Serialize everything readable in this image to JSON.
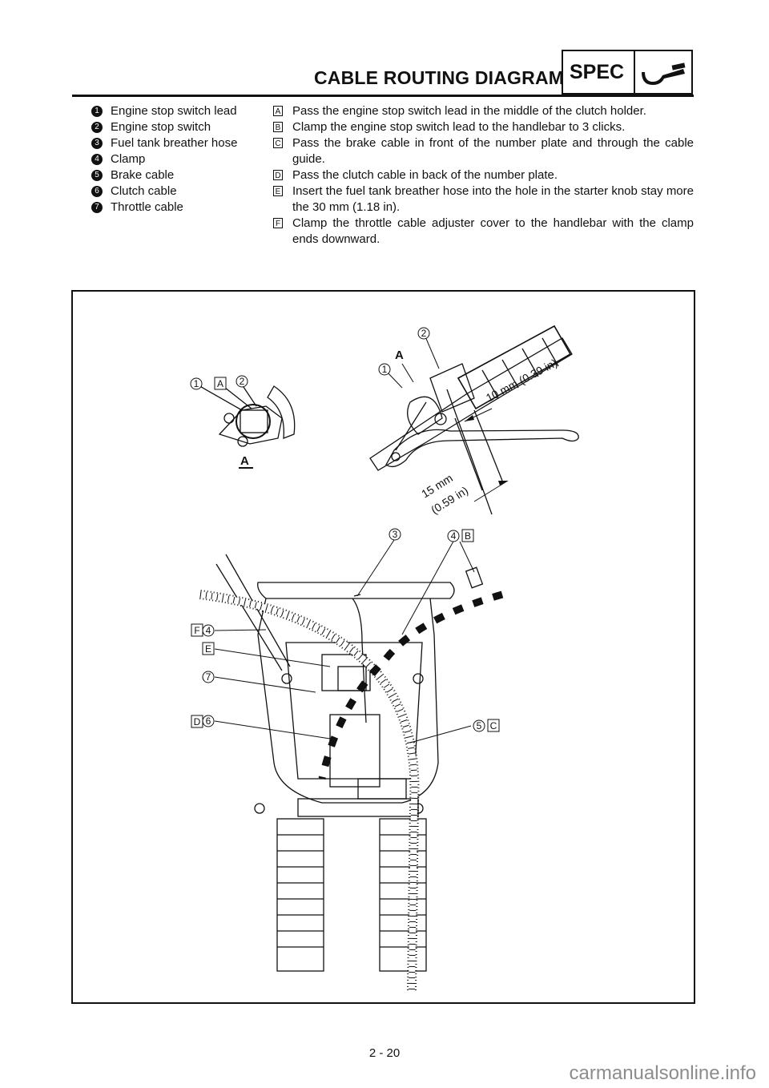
{
  "header": {
    "title": "CABLE ROUTING DIAGRAM",
    "badge": "SPEC"
  },
  "legend": [
    {
      "num": "1",
      "label": "Engine stop switch lead"
    },
    {
      "num": "2",
      "label": "Engine stop switch"
    },
    {
      "num": "3",
      "label": "Fuel tank breather hose"
    },
    {
      "num": "4",
      "label": "Clamp"
    },
    {
      "num": "5",
      "label": "Brake cable"
    },
    {
      "num": "6",
      "label": "Clutch cable"
    },
    {
      "num": "7",
      "label": "Throttle cable"
    }
  ],
  "instructions": [
    {
      "ref": "A",
      "text": "Pass the engine stop switch lead in the middle of the clutch holder."
    },
    {
      "ref": "B",
      "text": "Clamp the engine stop switch lead to the handlebar to 3 clicks."
    },
    {
      "ref": "C",
      "text": "Pass the brake cable in front of the number plate and through the cable guide."
    },
    {
      "ref": "D",
      "text": "Pass the clutch cable in back of the number plate."
    },
    {
      "ref": "E",
      "text": "Insert the fuel tank breather hose into the hole in the starter knob stay more the 30 mm (1.18 in)."
    },
    {
      "ref": "F",
      "text": "Clamp the throttle cable adjuster cover to the handlebar with the clamp ends downward."
    }
  ],
  "figure": {
    "callouts": {
      "detail_a": {
        "num1": "1",
        "refA": "A",
        "num2": "2",
        "label": "A"
      },
      "grip": {
        "num1": "1",
        "num2": "2",
        "label": "A"
      },
      "c3": "3",
      "c4": "4",
      "cB": "B",
      "cF": "F",
      "c4b": "4",
      "cE": "E",
      "c7": "7",
      "cD": "D",
      "c6": "6",
      "c5": "5",
      "cC": "C"
    },
    "dimensions": {
      "d10": "10 mm (0.39 in)",
      "d15a": "15 mm",
      "d15b": "(0.59 in)"
    }
  },
  "page_number": "2 - 20",
  "watermark": "carmanualsonline.info"
}
